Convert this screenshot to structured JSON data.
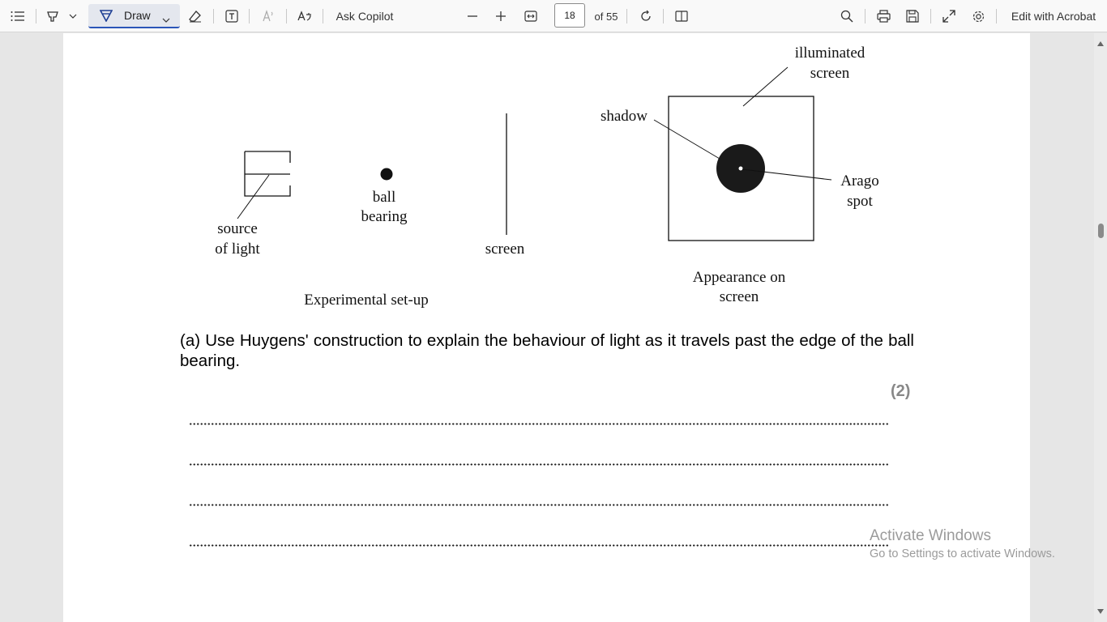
{
  "toolbar": {
    "contents_icon": "list-icon",
    "highlight_icon": "highlighter-icon",
    "draw_label": "Draw",
    "ask_copilot": "Ask Copilot",
    "current_page": "18",
    "of_pages": "of 55",
    "edit_with_acrobat": "Edit with Acrobat",
    "accent": "#2b55b8"
  },
  "figure": {
    "source_line1": "source",
    "source_line2": "of light",
    "ball_line1": "ball",
    "ball_line2": "bearing",
    "screen": "screen",
    "setup_caption": "Experimental set-up",
    "illuminated_line1": "illuminated",
    "illuminated_line2": "screen",
    "shadow": "shadow",
    "arago_line1": "Arago",
    "arago_line2": "spot",
    "appearance_line1": "Appearance on",
    "appearance_line2": "screen"
  },
  "question": {
    "text": "(a)   Use Huygens' construction to explain the behaviour of light as it travels past the edge of the ball bearing.",
    "marks": "(2)"
  },
  "watermark": {
    "title": "Activate Windows",
    "subtitle": "Go to Settings to activate Windows."
  }
}
